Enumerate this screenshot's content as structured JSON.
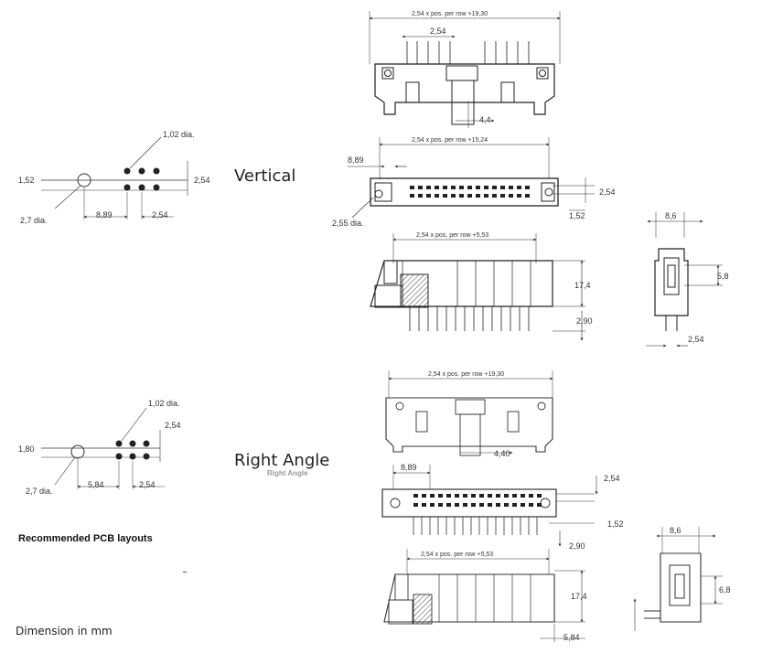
{
  "sections": {
    "vertical": "Vertical",
    "right_angle": "Right Angle",
    "right_angle_ghost": "Right Angle"
  },
  "captions": {
    "recommended": "Recommended PCB layouts",
    "dimension_note": "Dimension in mm"
  },
  "vertical_pcb": {
    "pin_dia": "1,02 dia.",
    "mount_offset": "1,52",
    "row_pitch": "2,54",
    "hole_dia": "2,7 dia.",
    "mount_to_pin": "8,89",
    "pin_pitch": "2,54"
  },
  "right_angle_pcb": {
    "pin_dia": "1,02 dia.",
    "row_pitch": "2,54",
    "mount_offset": "1,80",
    "hole_dia": "2,7 dia.",
    "mount_to_pin": "5,84",
    "pin_pitch": "2,54"
  },
  "vertical_front": {
    "overall": "2,54 x pos. per row +19,30",
    "pitch": "2,54",
    "key_width": "4,4"
  },
  "vertical_top": {
    "overall": "2,54 x pos. per row +15,24",
    "edge_to_first": "8,89",
    "row_pitch": "2,54",
    "offset": "1,52",
    "mount_hole": "2,55 dia."
  },
  "vertical_side": {
    "overall": "2,54 x pos. per row +5,53",
    "height": "17,4",
    "pin_length": "2,90"
  },
  "vertical_end": {
    "width": "8,6",
    "height": "5,8",
    "pitch": "2,54"
  },
  "ra_front": {
    "overall": "2,54 x pos. per row +19,30",
    "key_width": "4,40"
  },
  "ra_top": {
    "edge_to_first": "8,89",
    "row_pitch": "2,54",
    "offset": "1,52",
    "pin_length": "2,90"
  },
  "ra_side": {
    "overall": "2,54 x pos. per row +5,53",
    "height": "17,4",
    "offset": "5,84"
  },
  "ra_end": {
    "width": "8,6",
    "height": "6,8"
  }
}
